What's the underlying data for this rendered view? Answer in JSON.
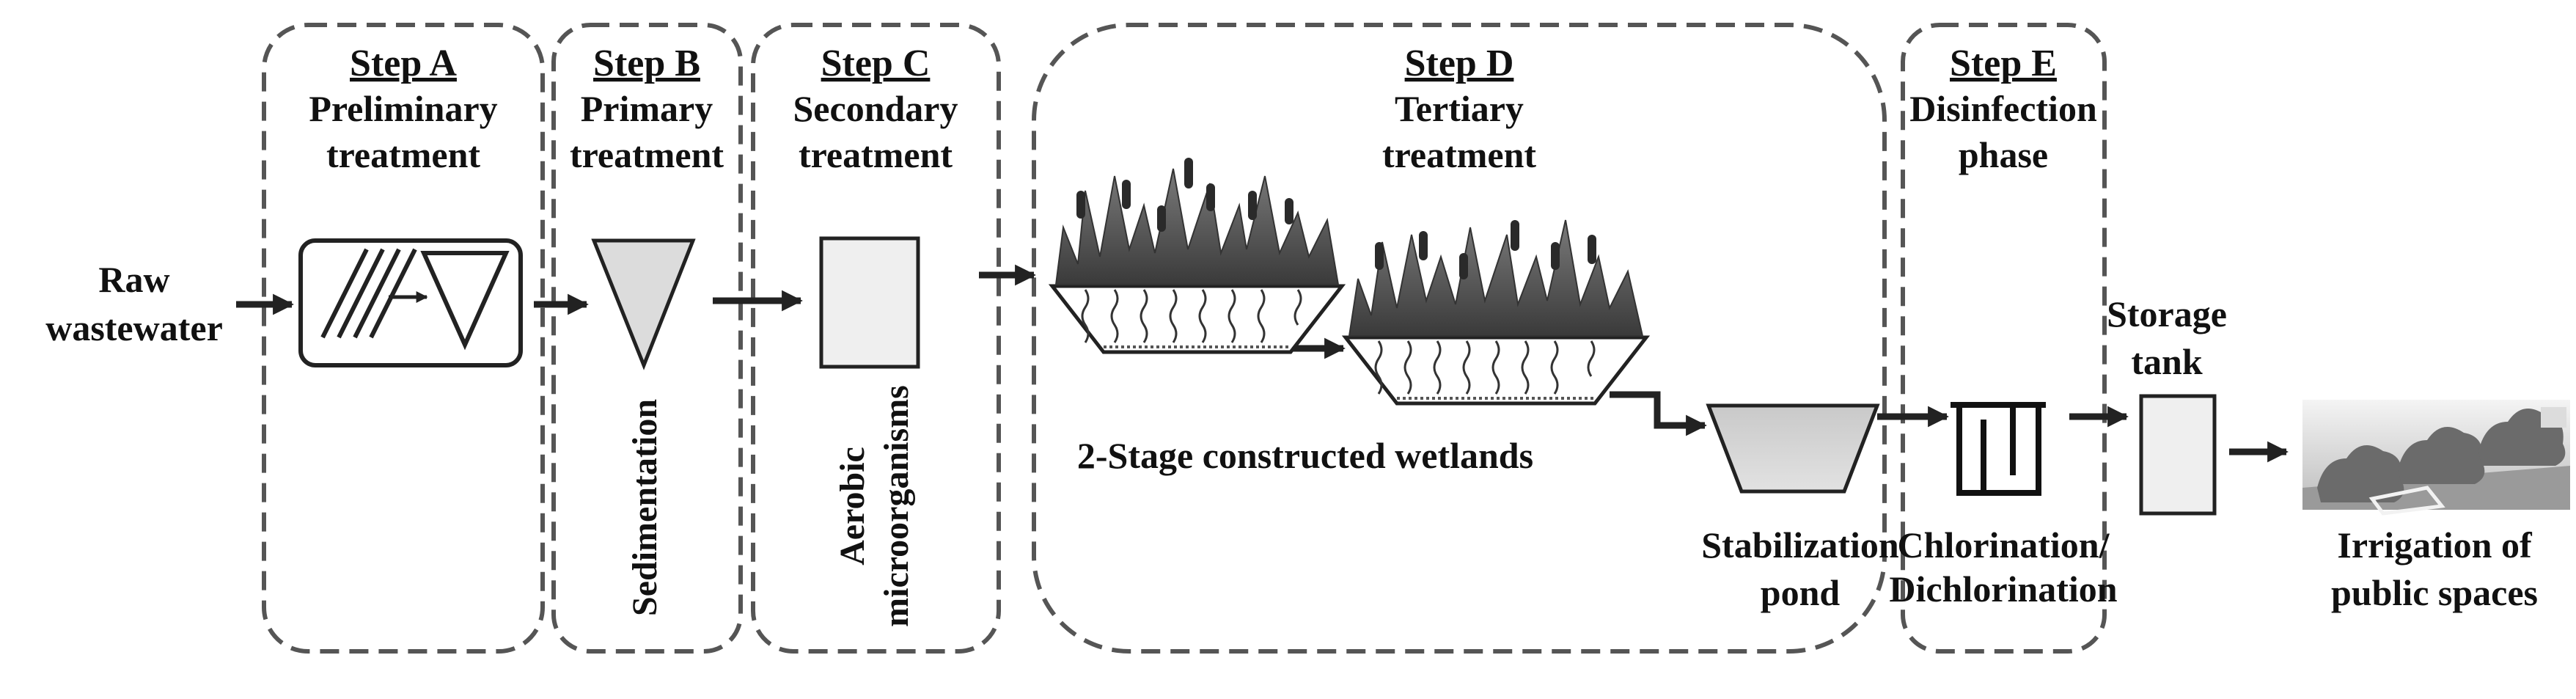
{
  "input": {
    "line1": "Raw",
    "line2": "wastewater"
  },
  "steps": [
    {
      "id": "A",
      "heading": "Step A",
      "line1": "Preliminary",
      "line2": "treatment"
    },
    {
      "id": "B",
      "heading": "Step B",
      "line1": "Primary",
      "line2": "treatment"
    },
    {
      "id": "C",
      "heading": "Step C",
      "line1": "Secondary",
      "line2": "treatment"
    },
    {
      "id": "D",
      "heading": "Step D",
      "line1": "Tertiary",
      "line2": "treatment"
    },
    {
      "id": "E",
      "heading": "Step E",
      "line1": "Disinfection",
      "line2": "phase"
    }
  ],
  "labels": {
    "sedimentation": "Sedimentation",
    "aerobic_line1": "Aerobic",
    "aerobic_line2": "microorganisms",
    "wetlands": "2-Stage constructed wetlands",
    "pond_line1": "Stabilization",
    "pond_line2": "pond",
    "chlor_line1": "Chlorination/",
    "chlor_line2": "Dichlorination",
    "storage_line1": "Storage",
    "storage_line2": "tank",
    "irrigation_line1": "Irrigation of",
    "irrigation_line2": "public spaces"
  }
}
